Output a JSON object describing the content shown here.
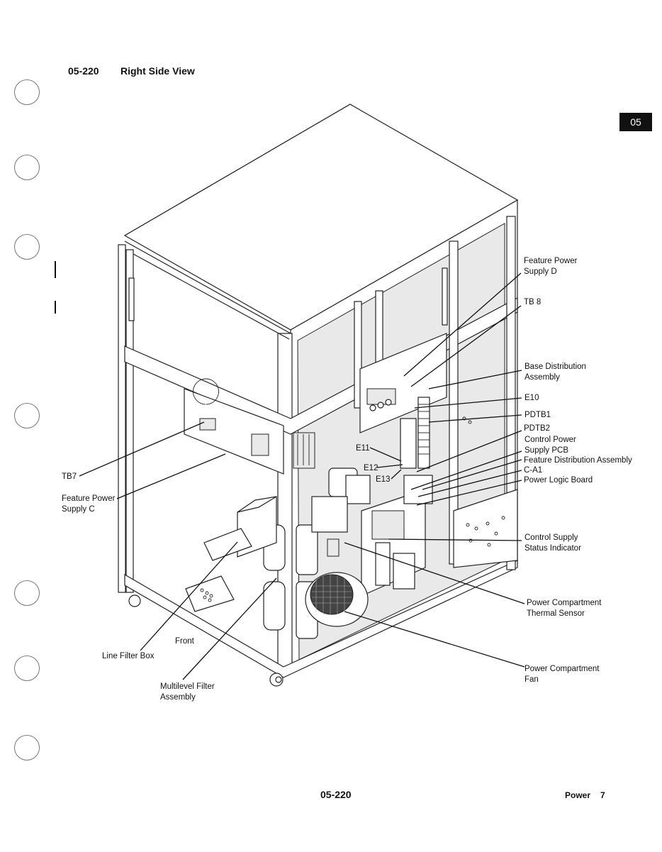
{
  "header": {
    "section_number": "05-220",
    "title": "Right Side View"
  },
  "tab": {
    "label": "05"
  },
  "callouts": {
    "feature_power_supply_d": "Feature Power\nSupply D",
    "tb8": "TB 8",
    "base_distribution_assembly": "Base Distribution\nAssembly",
    "e10": "E10",
    "pdtb1": "PDTB1",
    "pdtb2": "PDTB2",
    "control_power_supply_pcb": "Control Power\nSupply PCB",
    "feature_distribution_assembly": "Feature Distribution Assembly",
    "c_a1": "C-A1",
    "power_logic_board": "Power Logic Board",
    "control_supply_status_indicator": "Control Supply\nStatus Indicator",
    "power_compartment_thermal_sensor": "Power Compartment\nThermal Sensor",
    "power_compartment_fan": "Power Compartment\nFan",
    "tb7": "TB7",
    "feature_power_supply_c": "Feature Power\nSupply C",
    "e11": "E11",
    "e12": "E12",
    "e13": "E13",
    "front": "Front",
    "line_filter_box": "Line Filter Box",
    "multilevel_filter_assembly": "Multilevel Filter\nAssembly"
  },
  "footer": {
    "page_ref": "05-220",
    "section_name": "Power",
    "page_number": "7"
  }
}
